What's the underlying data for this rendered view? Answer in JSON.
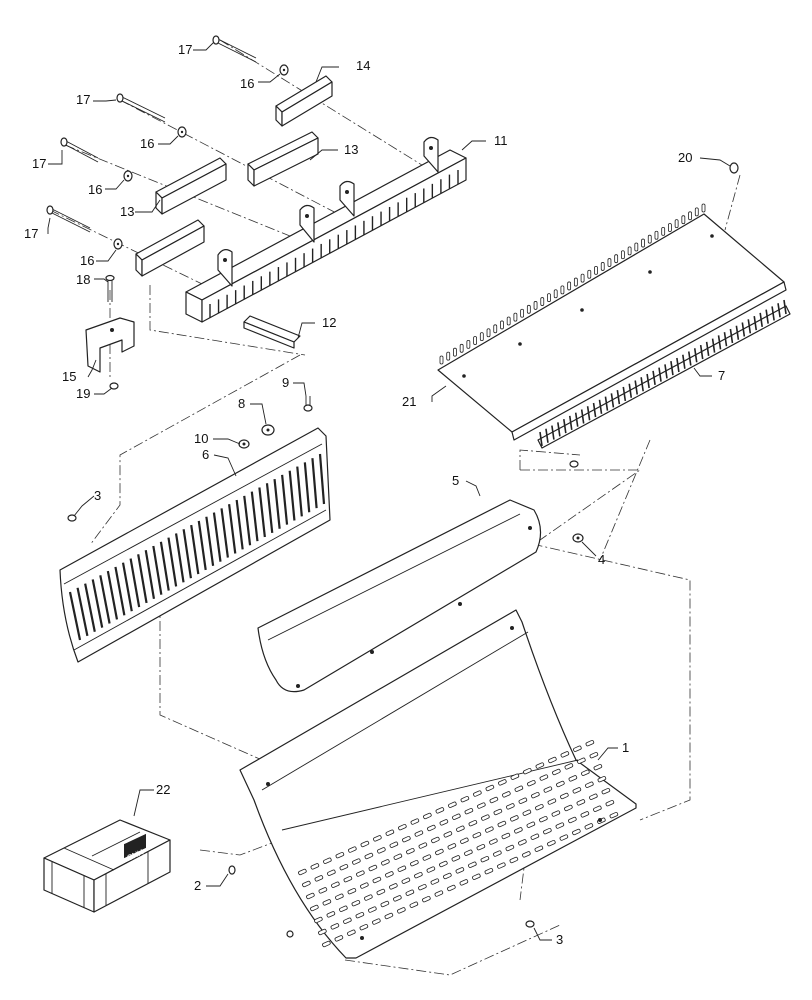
{
  "callouts": {
    "c1": "1",
    "c2": "2",
    "c3a": "3",
    "c3b": "3",
    "c4": "4",
    "c5": "5",
    "c6": "6",
    "c7": "7",
    "c8": "8",
    "c9": "9",
    "c10": "10",
    "c11": "11",
    "c12": "12",
    "c13a": "13",
    "c13b": "13",
    "c14": "14",
    "c15": "15",
    "c16a": "16",
    "c16b": "16",
    "c16c": "16",
    "c16d": "16",
    "c17a": "17",
    "c17b": "17",
    "c17c": "17",
    "c17d": "17",
    "c18": "18",
    "c19": "19",
    "c20": "20",
    "c21": "21",
    "c22": "22"
  },
  "kit_logo_text": "CNH"
}
